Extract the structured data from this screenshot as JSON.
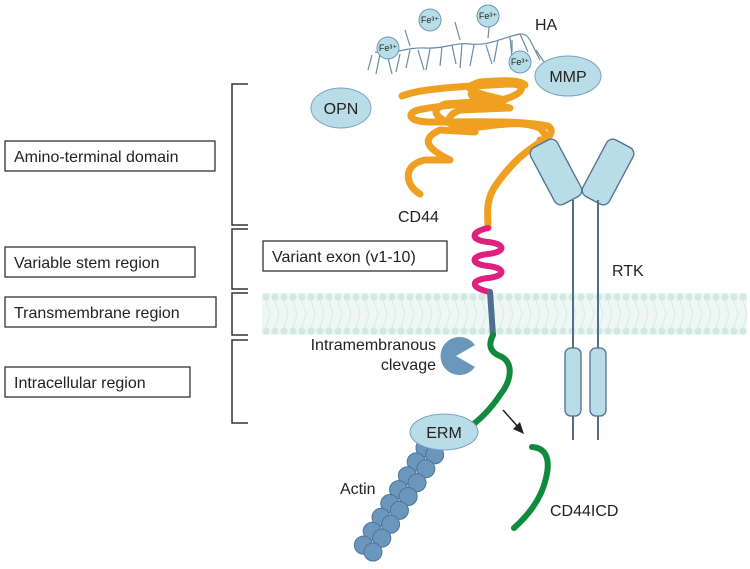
{
  "diagram": {
    "region_labels": {
      "amino_terminal": "Amino-terminal domain",
      "variable_stem": "Variable stem region",
      "transmembrane": "Transmembrane region",
      "intracellular": "Intracellular region"
    },
    "variant_exon": "Variant exon (v1-10)",
    "molecules": {
      "ha": "HA",
      "iron": "Fe³⁺",
      "mmp": "MMP",
      "opn": "OPN",
      "cd44": "CD44",
      "rtk": "RTK",
      "erm": "ERM",
      "actin": "Actin",
      "cd44icd": "CD44ICD"
    },
    "cleavage": {
      "line1": "Intramembranous",
      "line2": "clevage"
    }
  },
  "colors": {
    "orange": "#f0a020",
    "magenta": "#e0207f",
    "slate": "#4f6f8f",
    "green": "#108a3c",
    "light_blue": "#b9dde6",
    "mid_blue": "#6b97bd",
    "membrane": "#d7ece7",
    "outline": "#333333"
  }
}
